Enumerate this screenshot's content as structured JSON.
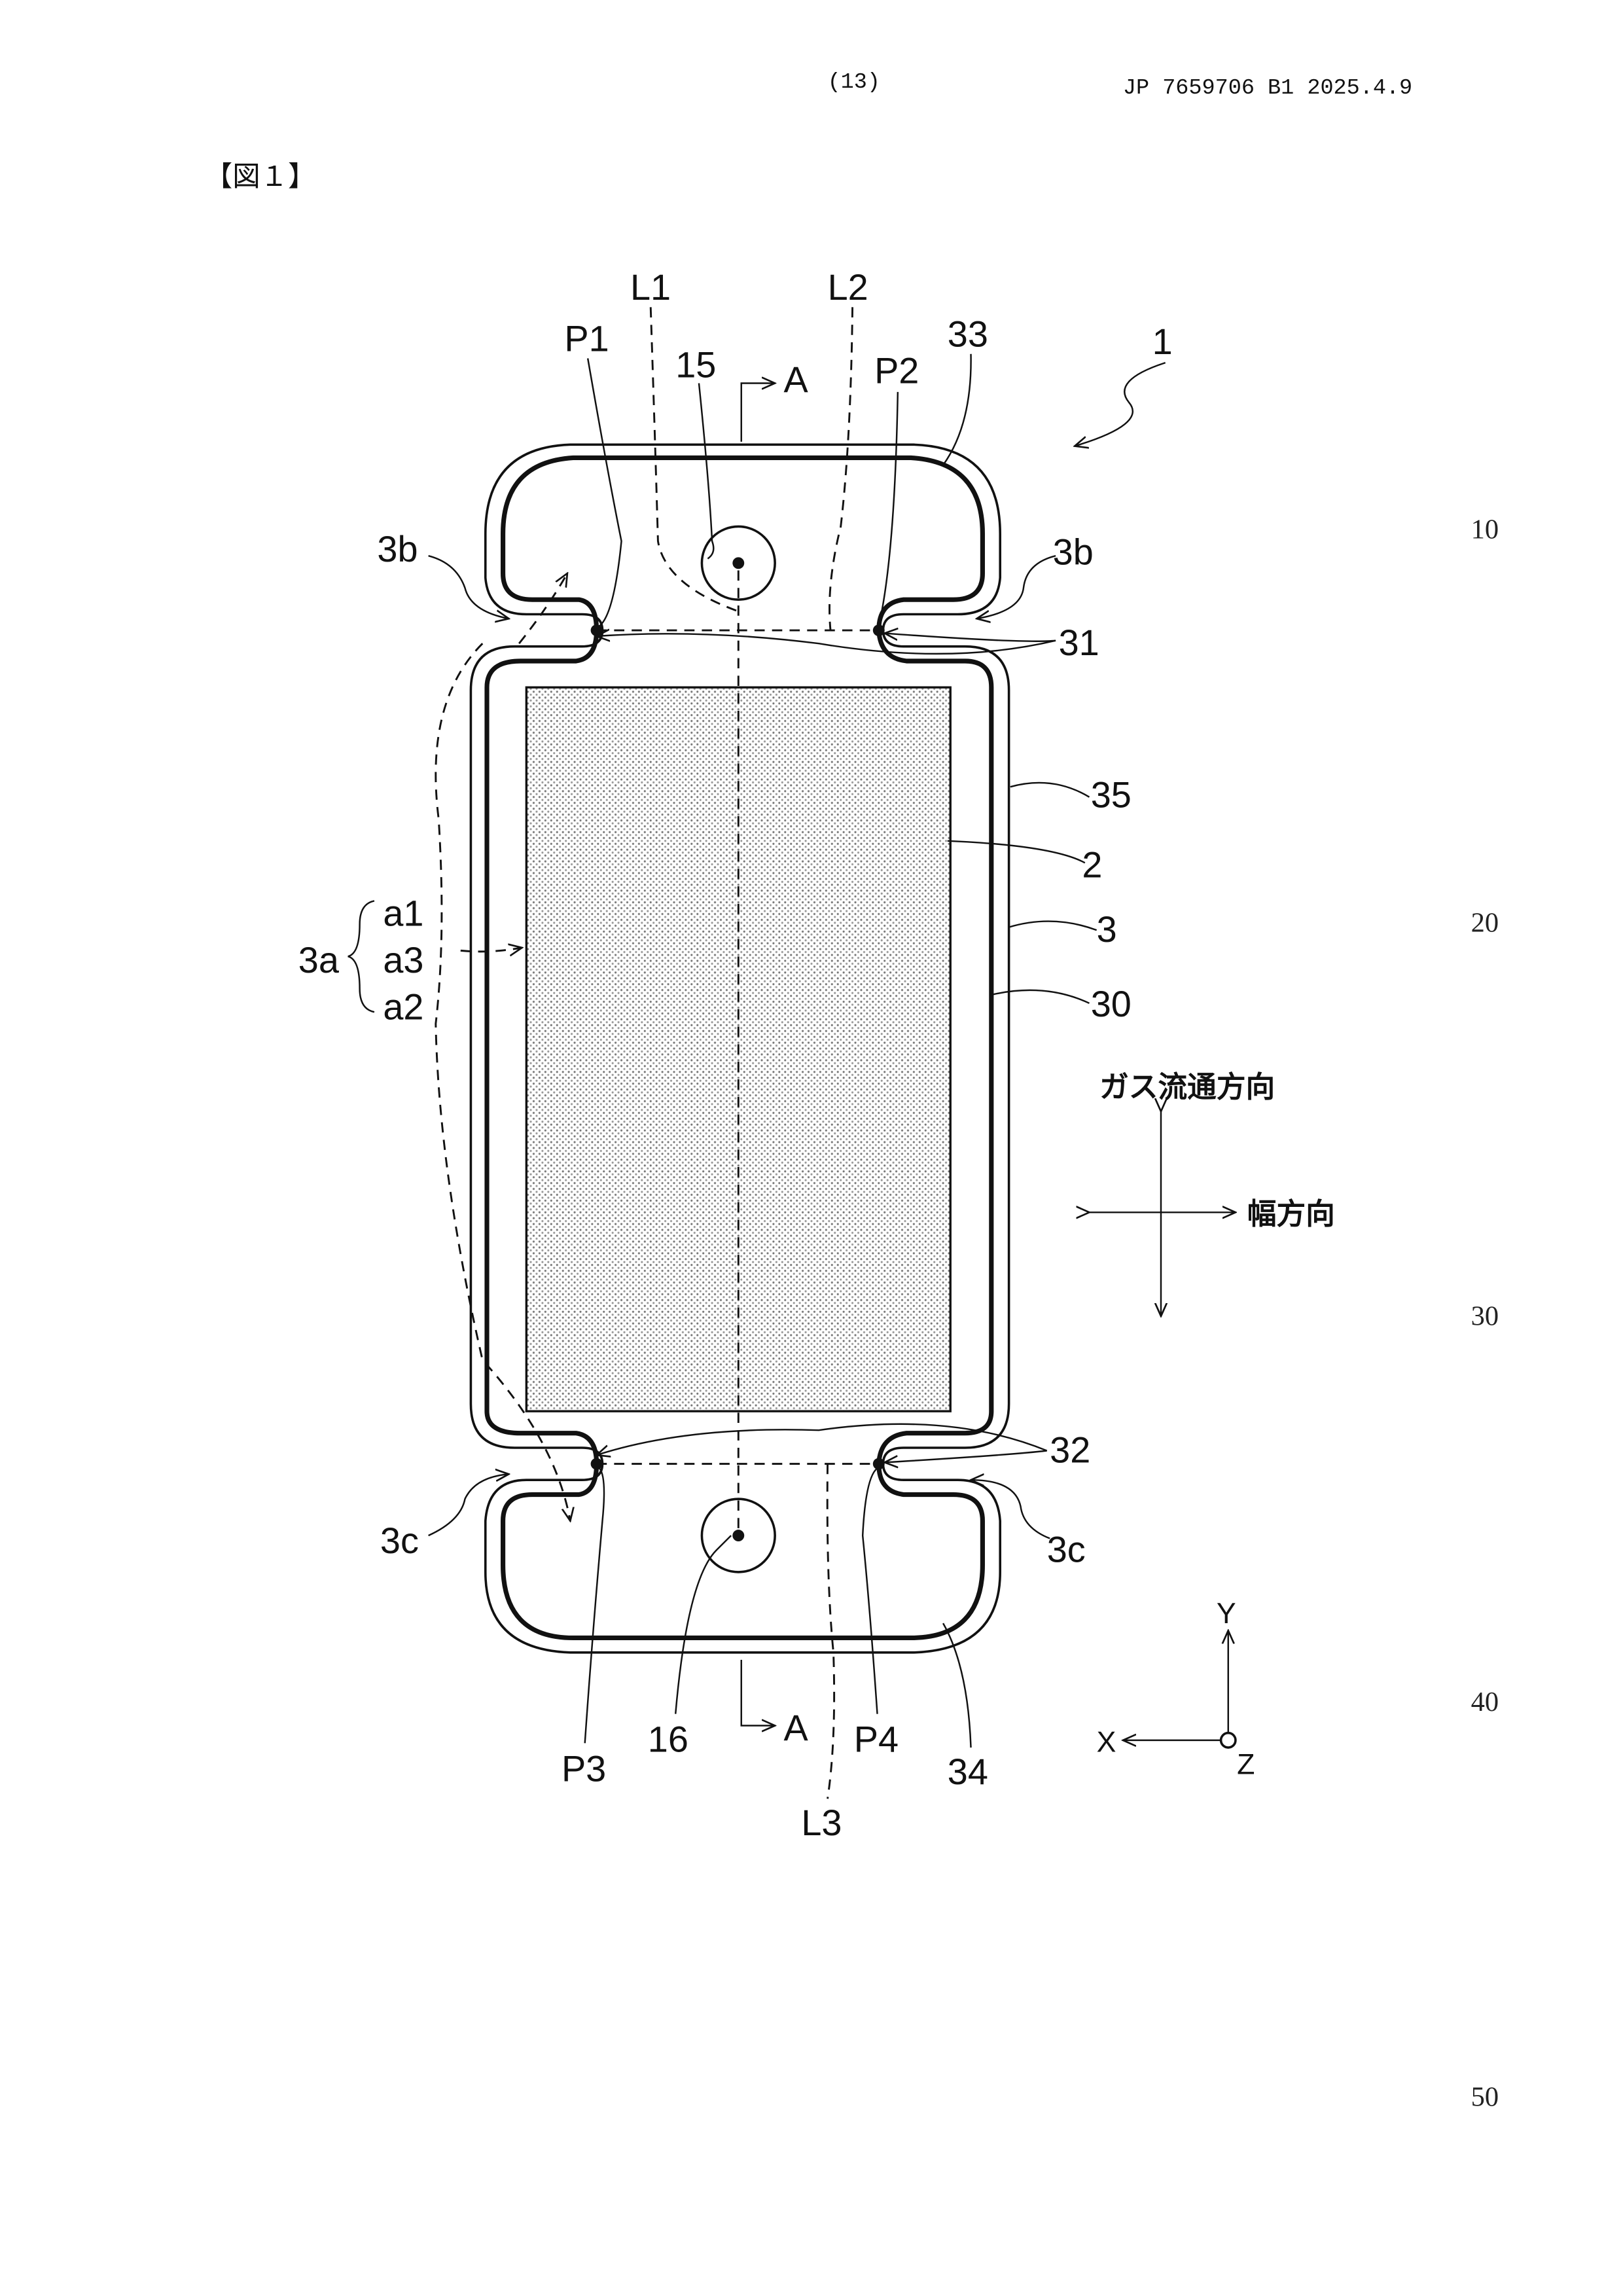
{
  "header": {
    "page_number": "(13)",
    "publication": "JP  7659706  B1  2025.4.9"
  },
  "figure_label": "【図１】",
  "line_numbers": [
    "10",
    "20",
    "30",
    "40",
    "50"
  ],
  "labels": {
    "L1": "L1",
    "L2": "L2",
    "L3": "L3",
    "P1": "P1",
    "P2": "P2",
    "P3": "P3",
    "P4": "P4",
    "n15": "15",
    "n16": "16",
    "n33": "33",
    "n34": "34",
    "n1": "1",
    "n3b_left": "3b",
    "n3b_right": "3b",
    "n3c_left": "3c",
    "n3c_right": "3c",
    "n31": "31",
    "n32": "32",
    "n35": "35",
    "n2": "2",
    "n3": "3",
    "n30": "30",
    "n3a": "3a",
    "a1": "a1",
    "a3": "a3",
    "a2": "a2",
    "section_top": "A",
    "section_bottom": "A"
  },
  "directions": {
    "gas_flow": "ガス流通方向",
    "width": "幅方向"
  },
  "axes": {
    "y": "Y",
    "x": "X",
    "z": "Z"
  }
}
